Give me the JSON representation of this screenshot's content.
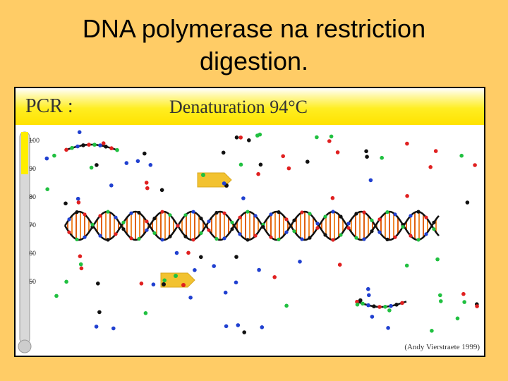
{
  "slide": {
    "title_line1": "DNA polymerase na restriction",
    "title_line2": "digestion."
  },
  "panel": {
    "pcr_label": "PCR :",
    "stage_label": "Denaturation 94°C",
    "credit": "(Andy Vierstraete 1999)"
  },
  "thermometer": {
    "ticks": [
      "100",
      "90",
      "80",
      "70",
      "60",
      "50"
    ],
    "level_celsius": 94
  },
  "colors": {
    "background": "#FFCC66",
    "header": "#FFE800",
    "polymerase": "#F2C230",
    "nucleotide_red": "#E02020",
    "nucleotide_green": "#20C040",
    "nucleotide_blue": "#2040D0",
    "nucleotide_black": "#111111"
  }
}
